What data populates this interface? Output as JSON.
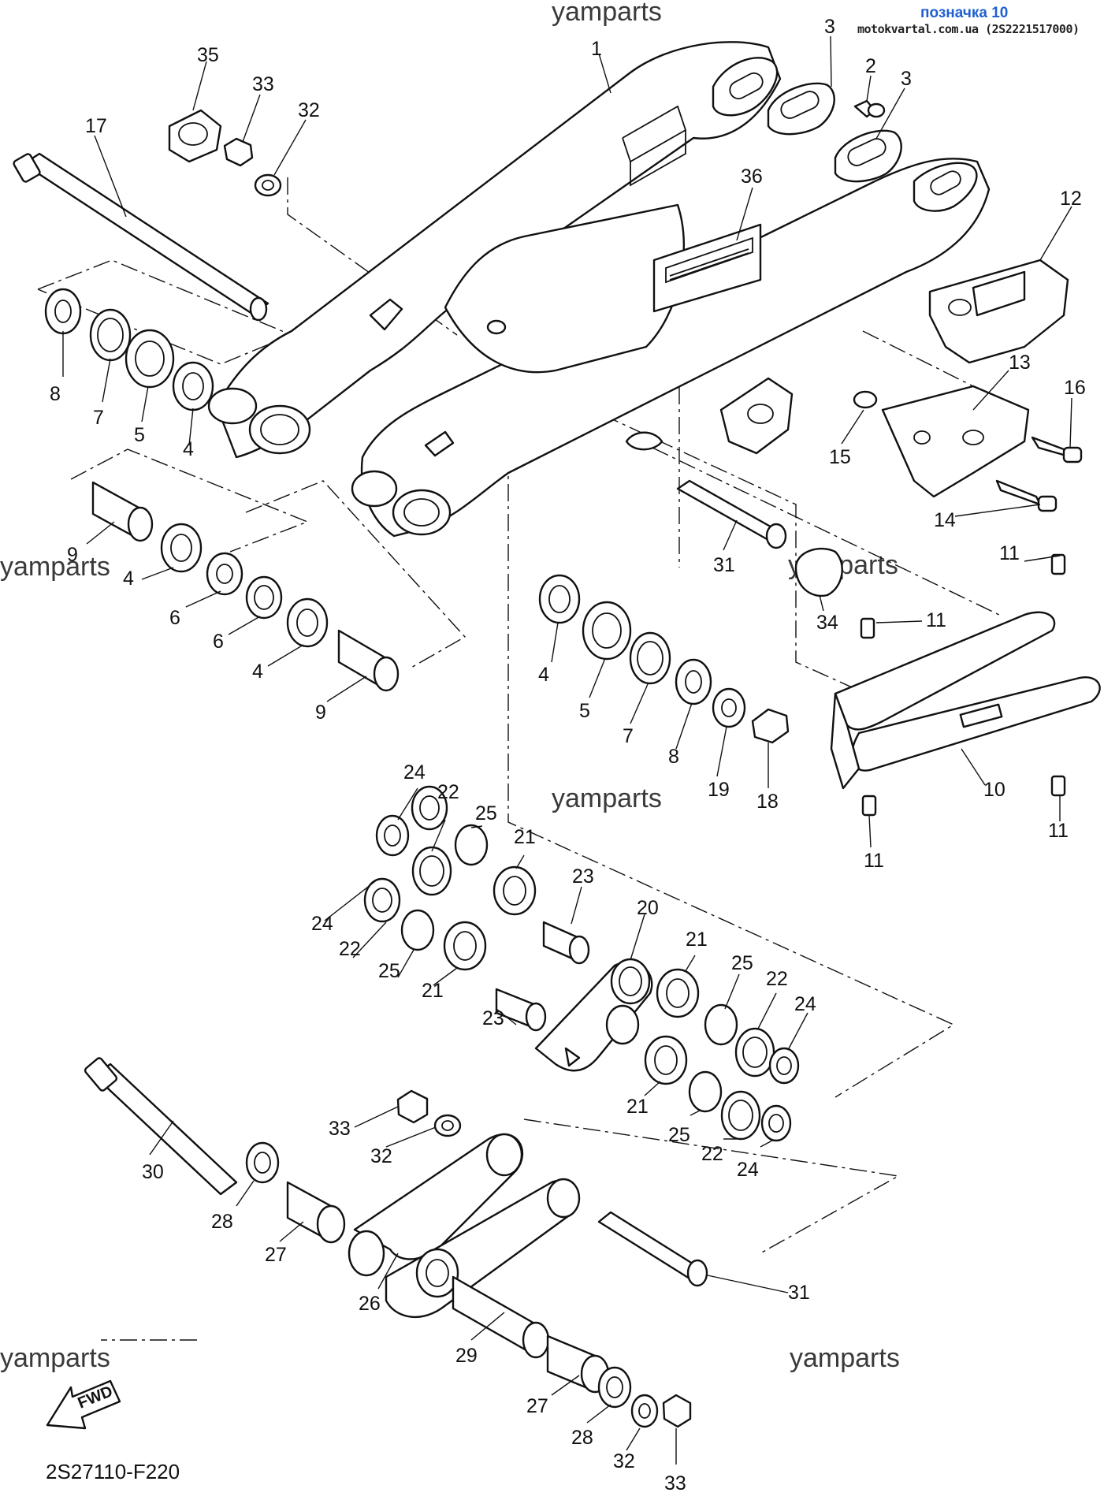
{
  "header": {
    "title": "позначка 10",
    "subtitle": "motokvartal.com.ua (2S2221517000)"
  },
  "footer": {
    "diagram_code": "2S27110-F220",
    "fwd_label": "FWD"
  },
  "watermark": {
    "text": "yamparts"
  },
  "callouts": [
    {
      "text": "1"
    },
    {
      "text": "2"
    },
    {
      "text": "3"
    },
    {
      "text": "3"
    },
    {
      "text": "4"
    },
    {
      "text": "4"
    },
    {
      "text": "4"
    },
    {
      "text": "4"
    },
    {
      "text": "5"
    },
    {
      "text": "5"
    },
    {
      "text": "6"
    },
    {
      "text": "6"
    },
    {
      "text": "7"
    },
    {
      "text": "7"
    },
    {
      "text": "8"
    },
    {
      "text": "8"
    },
    {
      "text": "9"
    },
    {
      "text": "9"
    },
    {
      "text": "10"
    },
    {
      "text": "11"
    },
    {
      "text": "11"
    },
    {
      "text": "11"
    },
    {
      "text": "11"
    },
    {
      "text": "12"
    },
    {
      "text": "13"
    },
    {
      "text": "14"
    },
    {
      "text": "15"
    },
    {
      "text": "16"
    },
    {
      "text": "17"
    },
    {
      "text": "18"
    },
    {
      "text": "19"
    },
    {
      "text": "20"
    },
    {
      "text": "21"
    },
    {
      "text": "21"
    },
    {
      "text": "21"
    },
    {
      "text": "21"
    },
    {
      "text": "22"
    },
    {
      "text": "22"
    },
    {
      "text": "22"
    },
    {
      "text": "22"
    },
    {
      "text": "23"
    },
    {
      "text": "23"
    },
    {
      "text": "24"
    },
    {
      "text": "24"
    },
    {
      "text": "24"
    },
    {
      "text": "24"
    },
    {
      "text": "25"
    },
    {
      "text": "25"
    },
    {
      "text": "25"
    },
    {
      "text": "25"
    },
    {
      "text": "26"
    },
    {
      "text": "27"
    },
    {
      "text": "27"
    },
    {
      "text": "28"
    },
    {
      "text": "28"
    },
    {
      "text": "29"
    },
    {
      "text": "30"
    },
    {
      "text": "31"
    },
    {
      "text": "31"
    },
    {
      "text": "32"
    },
    {
      "text": "32"
    },
    {
      "text": "32"
    },
    {
      "text": "33"
    },
    {
      "text": "33"
    },
    {
      "text": "33"
    },
    {
      "text": "34"
    },
    {
      "text": "35"
    },
    {
      "text": "36"
    }
  ]
}
